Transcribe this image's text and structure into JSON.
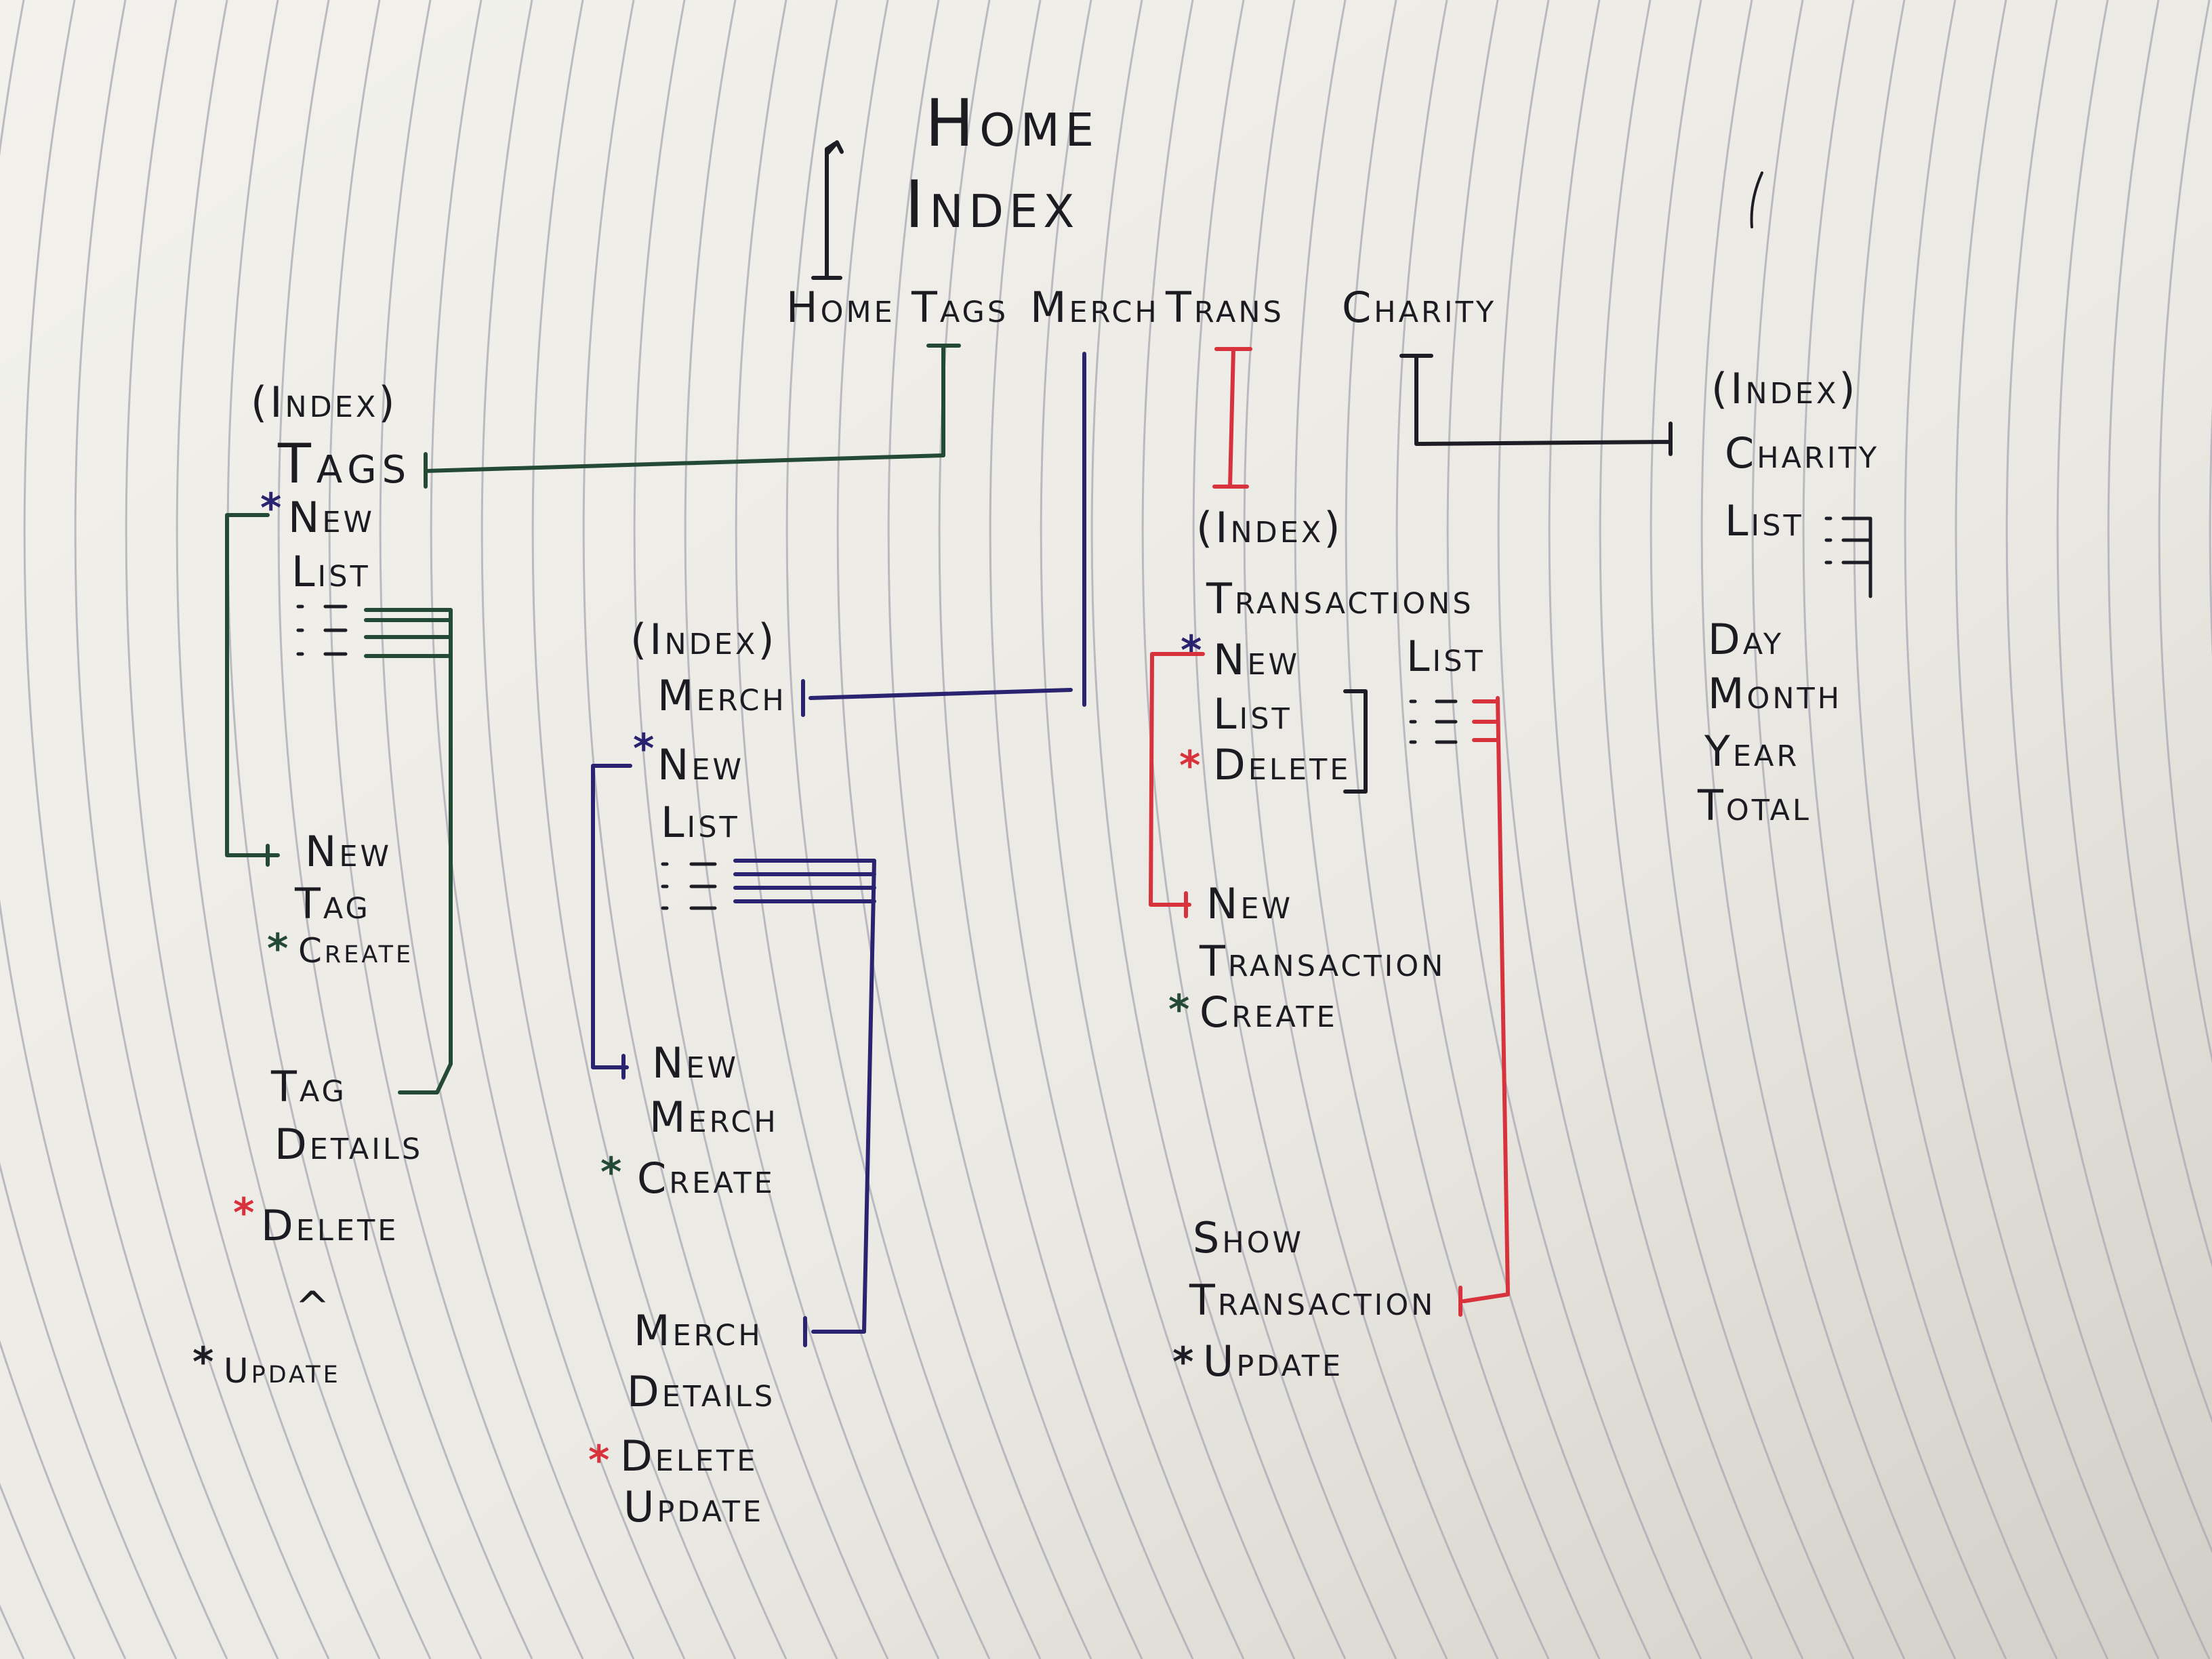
{
  "title": {
    "line1": "Home",
    "line2": "Index"
  },
  "nav": [
    "Home",
    "Tags",
    "Merch",
    "Trans",
    "Charity"
  ],
  "tags": {
    "index_label": "(Index)",
    "title": "Tags",
    "new": "New",
    "list": "List",
    "new_tag_1": "New",
    "new_tag_2": "Tag",
    "create": "Create",
    "details_1": "Tag",
    "details_2": "Details",
    "delete": "Delete",
    "caret": "^",
    "update": "Update"
  },
  "merch": {
    "index_label": "(Index)",
    "title": "Merch",
    "new": "New",
    "list": "List",
    "new_merch_1": "New",
    "new_merch_2": "Merch",
    "create": "Create",
    "details_1": "Merch",
    "details_2": "Details",
    "delete": "Delete",
    "update": "Update"
  },
  "transactions": {
    "index_label": "(Index)",
    "title": "Transactions",
    "new": "New",
    "list": "List",
    "delete": "Delete",
    "list_right": "List",
    "new_trans_1": "New",
    "new_trans_2": "Transaction",
    "create": "Create",
    "show_1": "Show",
    "show_2": "Transaction",
    "update": "Update"
  },
  "charity": {
    "index_label": "(Index)",
    "title": "Charity",
    "list": "List",
    "day": "Day",
    "month": "Month",
    "year": "Year",
    "total": "Total"
  },
  "colors": {
    "paper": "#efede7",
    "rule": "#a9a9b4",
    "black_ink": "#1e1c24",
    "green_ink": "#244a36",
    "blue_ink": "#2a2470",
    "red_ink": "#d8323c"
  }
}
